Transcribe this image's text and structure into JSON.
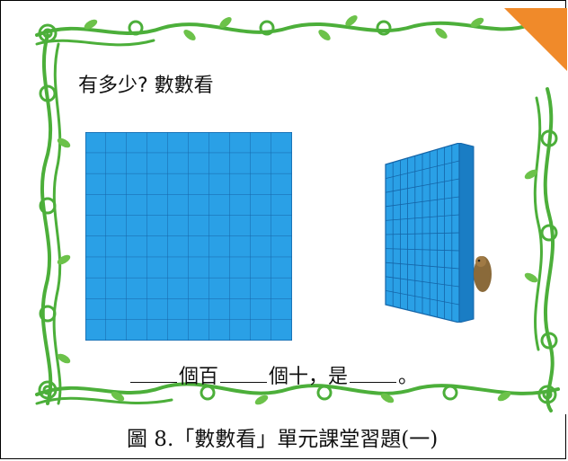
{
  "slide": {
    "title": "有多少? 數數看",
    "answer": {
      "part1": "個百",
      "part2": "個十，是",
      "part3": "。"
    }
  },
  "caption": "圖 8.「數數看」單元課堂習題(一)",
  "colors": {
    "cube_blue": "#2aa0e6",
    "vine_green": "#4caf3a",
    "corner_orange": "#f08a2a"
  },
  "icons": [
    "vine-border",
    "hundred-flat-block",
    "ten-rod-block",
    "bear-figure"
  ]
}
